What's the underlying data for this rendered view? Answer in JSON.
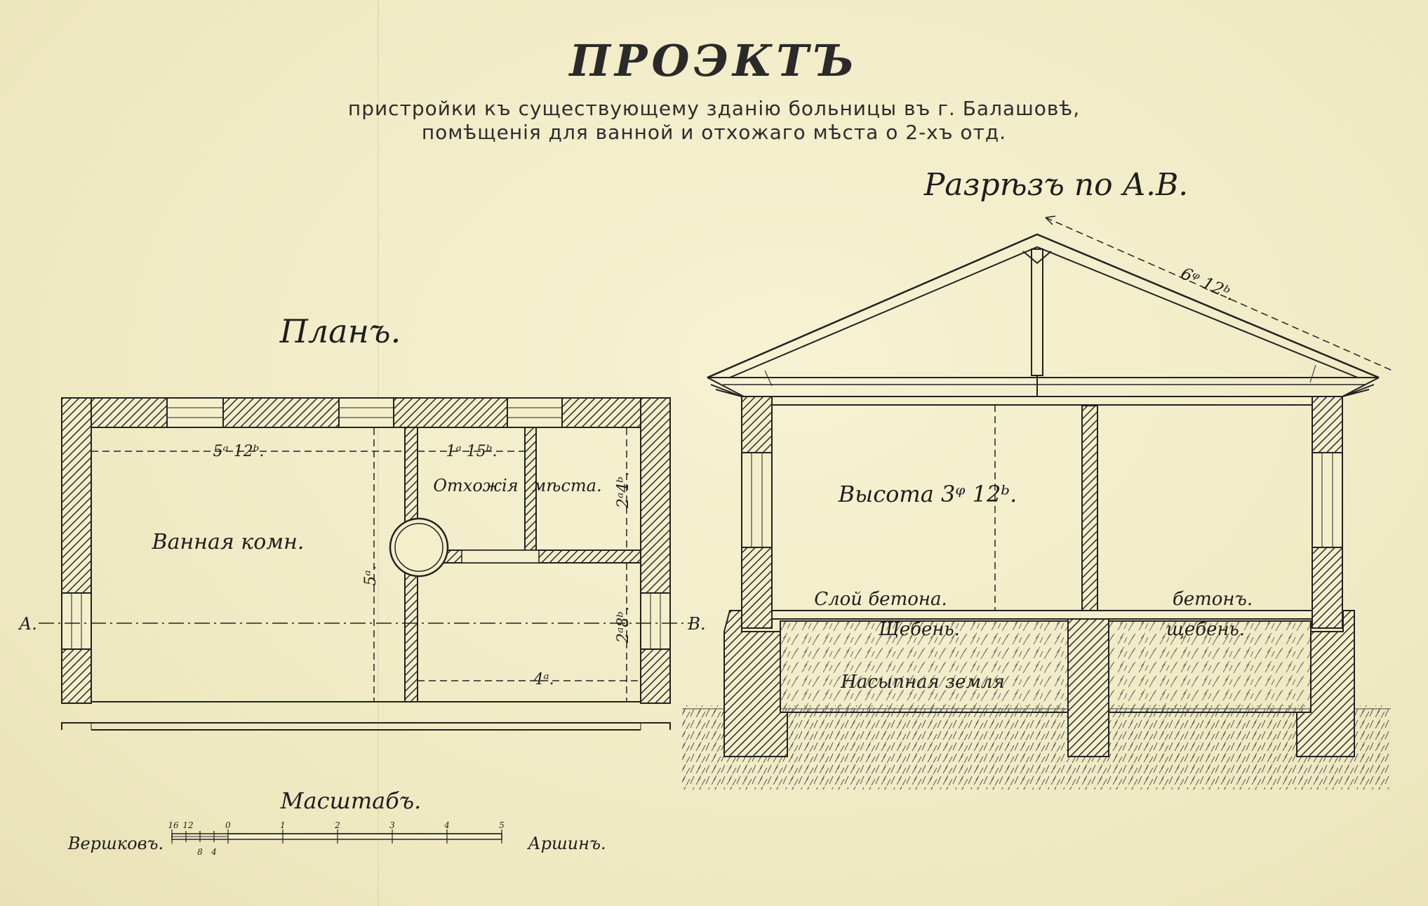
{
  "document": {
    "title": "ПРОЭКТЪ",
    "subtitle_line1": "пристройки къ существующему зданію больницы въ г. Балашовѣ,",
    "subtitle_line2": "помѣщенія для  ванной и отхожаго мѣста о 2-хъ отд."
  },
  "plan": {
    "heading": "Планъ.",
    "room_bath": "Ванная комн.",
    "room_toilets_1": "Отхожія",
    "room_toilets_2": "мѣста.",
    "dim_bath_width": "5ᵃ 12ᵇ.",
    "dim_toilet_width": "1ᵃ 15ᵇ.",
    "dim_toilet_depth": "2ᵃ4ᵇ.",
    "dim_full_depth": "5ᵃ.",
    "dim_lower_depth": "2ᵃ8ᵇ.",
    "dim_lower_width": "4ᵃ.",
    "marker_a": "А.",
    "marker_b": "В."
  },
  "section": {
    "heading": "Разрѣзъ по А.В.",
    "dim_roof_slope": "6ᵠ 12ᵇ.",
    "height_label": "Высота 3ᵠ 12ᵇ.",
    "concrete_layer": "Слой бетона.",
    "concrete": "бетонъ.",
    "gravel_left": "Щебень.",
    "gravel_right": "щебень.",
    "fill_earth": "Насыпная земля"
  },
  "scale": {
    "heading": "Масштабъ.",
    "left_unit": "Вершковъ.",
    "right_unit": "Аршинъ.",
    "ticks_top": [
      "16",
      "12",
      "0",
      "1",
      "2",
      "3",
      "4",
      "5"
    ],
    "ticks_bottom": [
      "8",
      "4"
    ]
  },
  "colors": {
    "paper": "#f3efcb",
    "ink": "#1e1e1e",
    "wall_hatch": "#2a2a2a"
  }
}
